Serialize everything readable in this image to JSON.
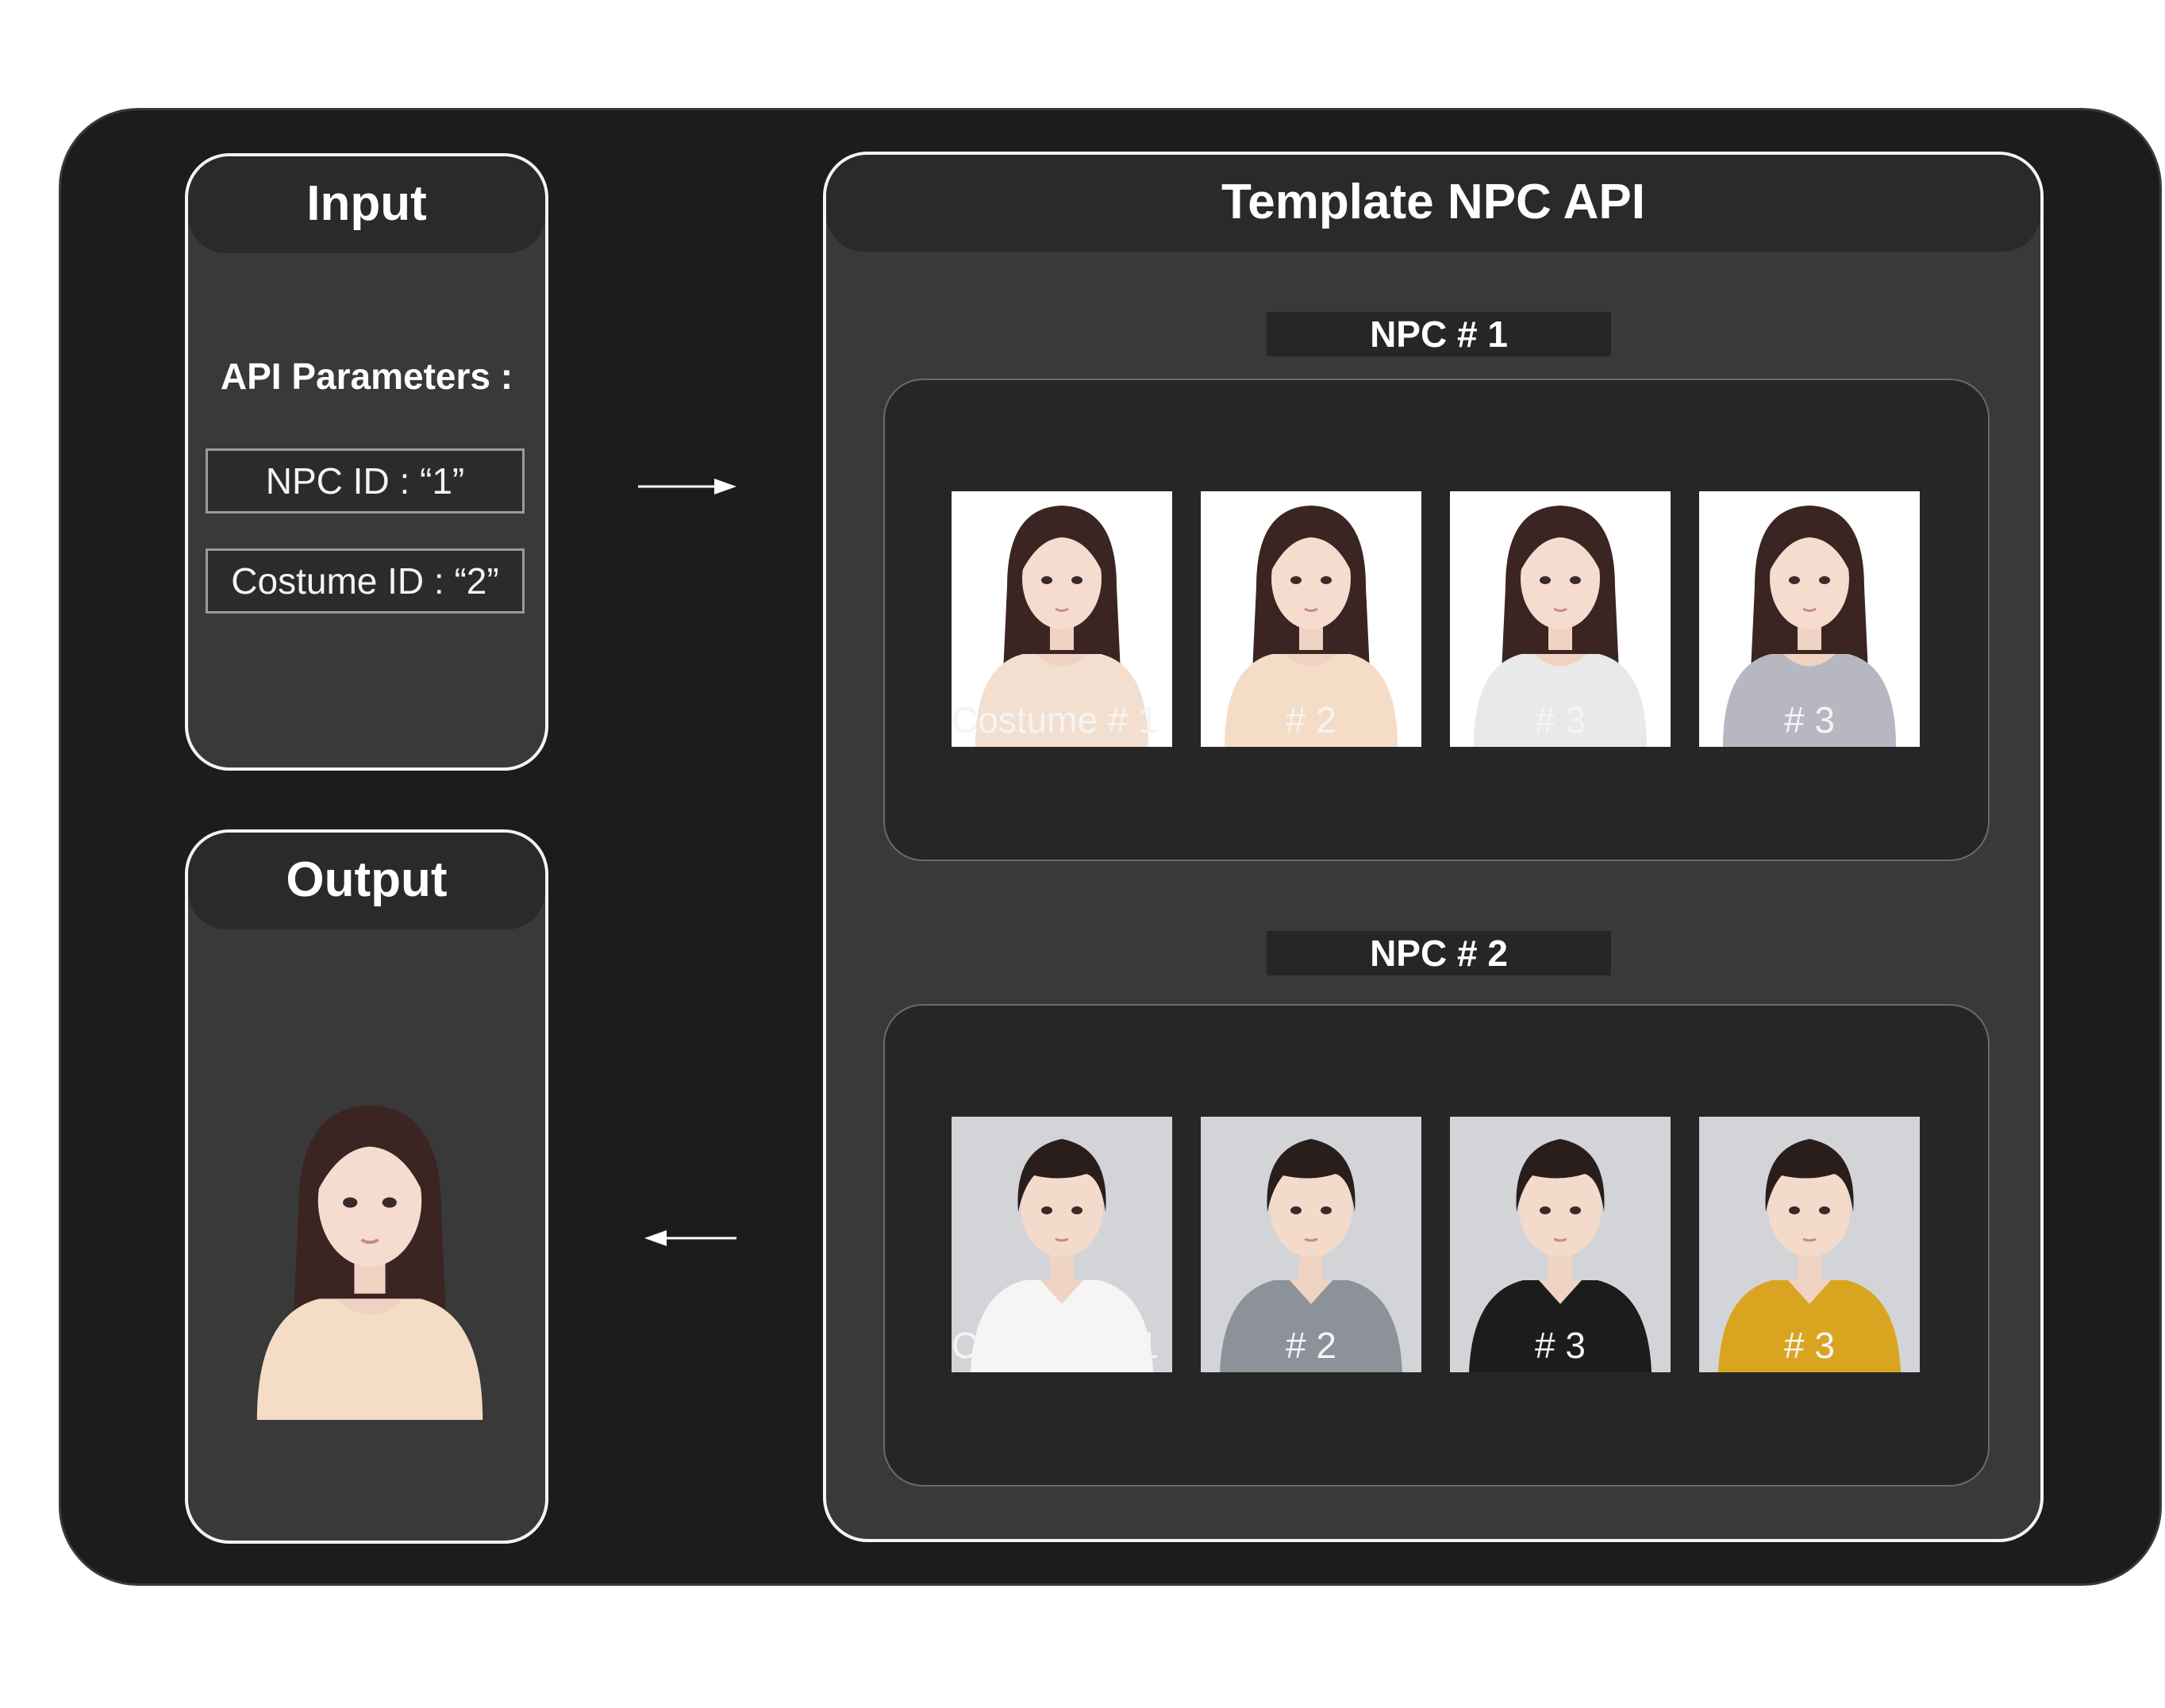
{
  "input": {
    "title": "Input",
    "params_title": "API Parameters :",
    "params": [
      "NPC ID : “1”",
      "Costume ID : “2”"
    ]
  },
  "output": {
    "title": "Output"
  },
  "api": {
    "title": "Template NPC API",
    "npcs": [
      {
        "label": "NPC # 1",
        "costumes": [
          "Costume # 1",
          "# 2",
          "# 3",
          "# 3"
        ],
        "costume_colors": [
          "#f3dfcf",
          "#f4dcc6",
          "#e9e9e9",
          "#b7b7c2"
        ],
        "background": "#ffffff"
      },
      {
        "label": "NPC # 2",
        "costumes": [
          "Costume # 1",
          "# 2",
          "# 3",
          "# 3"
        ],
        "costume_colors": [
          "#f5f5f5",
          "#8d929a",
          "#1c1c1c",
          "#d9a520"
        ],
        "background": "#d3d4d8"
      }
    ]
  },
  "colors": {
    "frame": "#1c1c1c",
    "panel": "#393939",
    "panel_border": "#f4f4f4",
    "card": "#262626"
  }
}
